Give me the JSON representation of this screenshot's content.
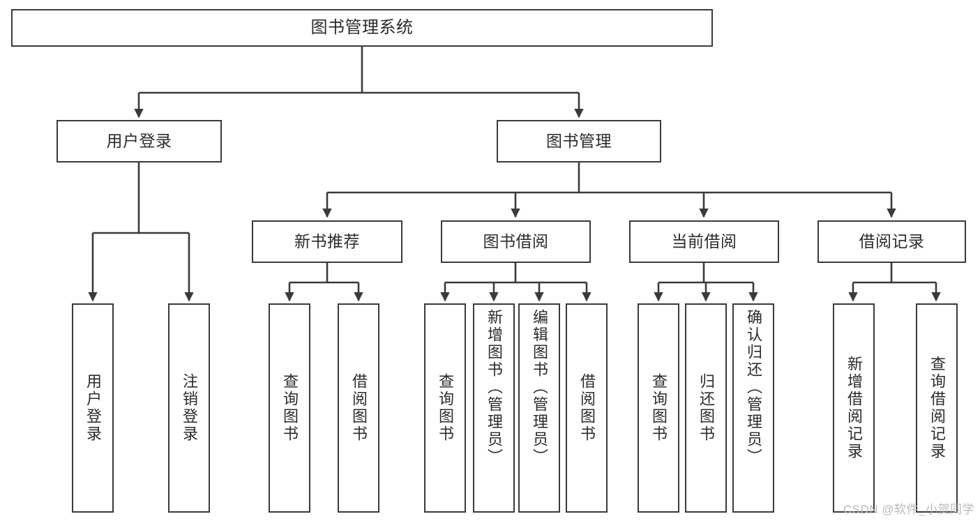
{
  "diagram": {
    "title": "图书管理系统",
    "watermark": "CSDN @软件_小贺同学",
    "accent_color": "#3a3a3a",
    "background_color": "#ffffff",
    "nodes": {
      "root": "图书管理系统",
      "user_login": "用户登录",
      "book_manage": "图书管理",
      "new_book_rec": "新书推荐",
      "book_borrow": "图书借阅",
      "current_borrow": "当前借阅",
      "borrow_record": "借阅记录",
      "leaf_user_login": "用户登录",
      "leaf_logout": "注销登录",
      "leaf_query_book_1": "查询图书",
      "leaf_borrow_book_1": "借阅图书",
      "leaf_query_book_2": "查询图书",
      "leaf_add_book_admin": "新增图书（管理员）",
      "leaf_edit_book_admin": "编辑图书（管理员）",
      "leaf_borrow_book_2": "借阅图书",
      "leaf_query_book_3": "查询图书",
      "leaf_return_book": "归还图书",
      "leaf_confirm_return_admin": "确认归还（管理员）",
      "leaf_add_record": "新增借阅记录",
      "leaf_query_record": "查询借阅记录"
    }
  }
}
